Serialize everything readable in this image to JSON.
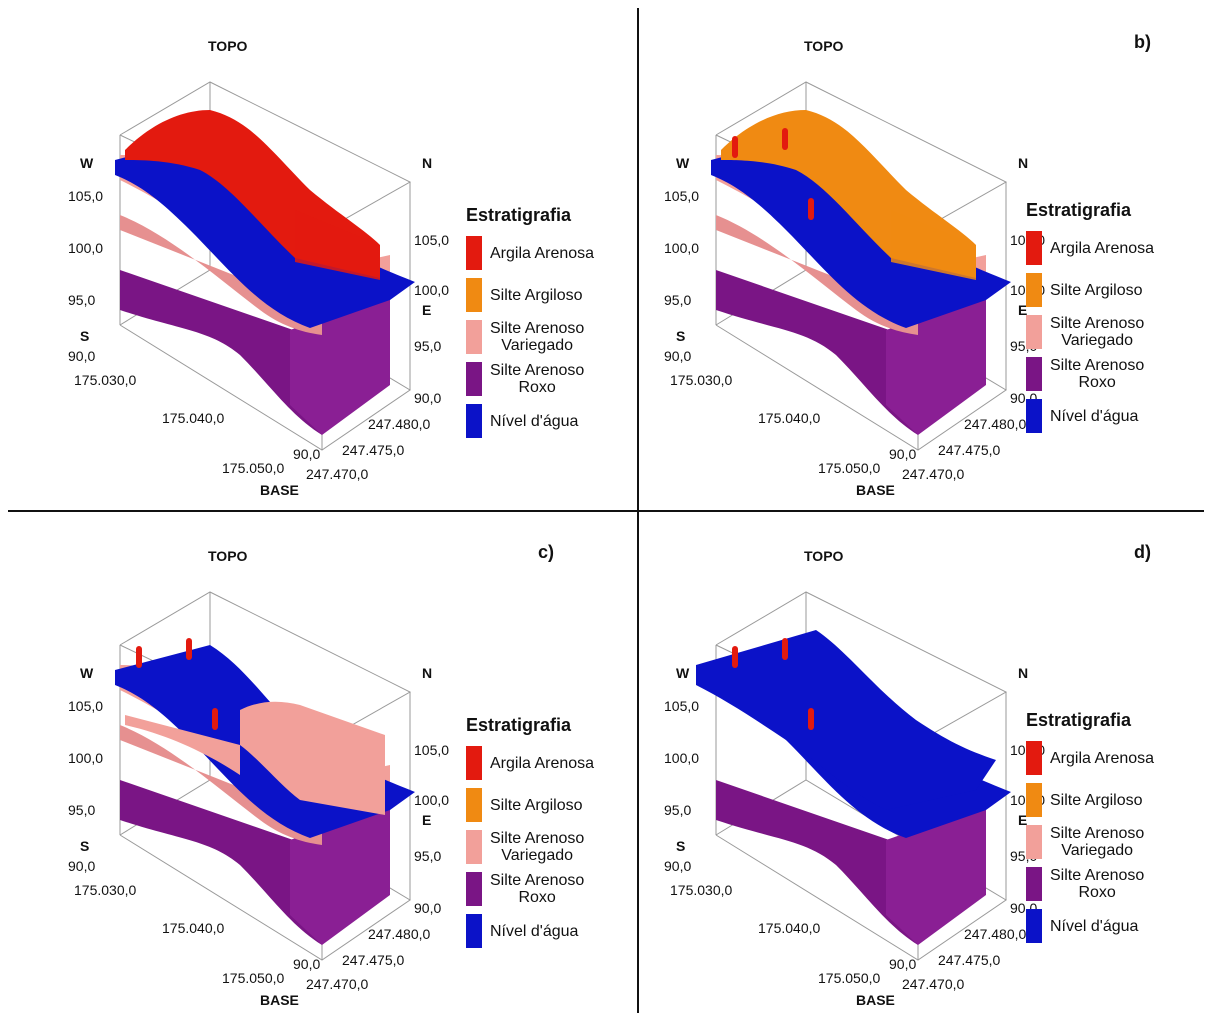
{
  "colors": {
    "argila_arenosa": "#e31a0f",
    "silte_argiloso": "#f08a12",
    "silte_arenoso_variegado": "#f2a09a",
    "silte_arenoso_roxo": "#7a1585",
    "nivel_agua": "#0b12c8"
  },
  "legend": {
    "title": "Estratigrafia",
    "items": [
      {
        "label_line1": "Argila Arenosa",
        "label_line2": "",
        "color": "#e31a0f"
      },
      {
        "label_line1": "Silte Argiloso",
        "label_line2": "",
        "color": "#f08a12"
      },
      {
        "label_line1": "Silte Arenoso",
        "label_line2": "Variegado",
        "color": "#f2a09a"
      },
      {
        "label_line1": "Silte Arenoso",
        "label_line2": "Roxo",
        "color": "#7a1585"
      },
      {
        "label_line1": "Nível d'água",
        "label_line2": "",
        "color": "#0b12c8"
      }
    ]
  },
  "axes": {
    "topo": "TOPO",
    "base": "BASE",
    "w": "W",
    "n": "N",
    "s": "S",
    "e": "E",
    "left_z": [
      "105,0",
      "100,0",
      "95,0",
      "90,0"
    ],
    "right_z": [
      "105,0",
      "100,0",
      "95,0",
      "90,0"
    ],
    "x_ticks": [
      "175.030,0",
      "175.040,0",
      "175.050,0"
    ],
    "y_ticks": [
      "247.480,0",
      "247.475,0",
      "247.470,0"
    ],
    "corner_90": "90,0"
  },
  "panels": [
    {
      "letter": "",
      "id": "a"
    },
    {
      "letter": "b)",
      "id": "b"
    },
    {
      "letter": "c)",
      "id": "c"
    },
    {
      "letter": "d)",
      "id": "d"
    }
  ]
}
